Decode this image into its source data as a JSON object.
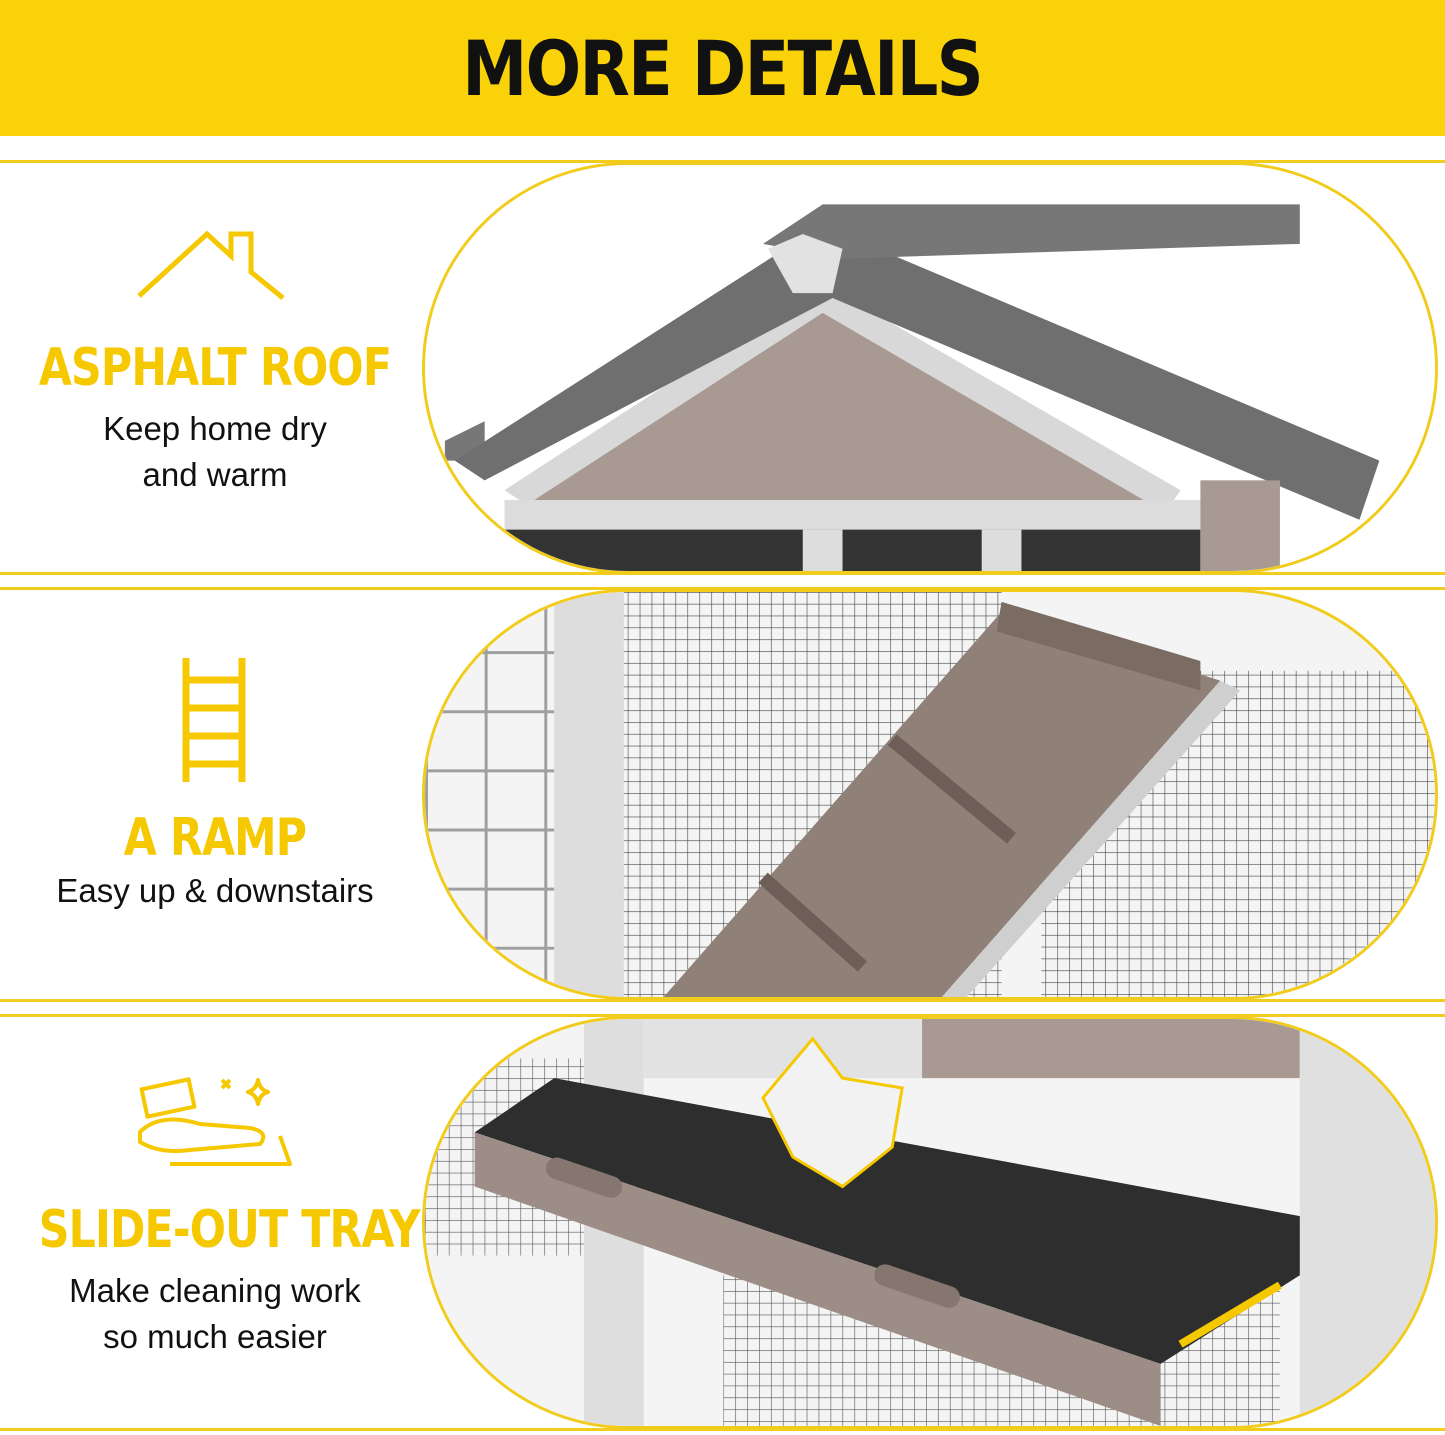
{
  "header": {
    "title": "MORE DETAILS"
  },
  "colors": {
    "accent": "#fad20a",
    "text": "#111111",
    "roof": "#6e6e6e",
    "wood": "#9a8b80"
  },
  "features": [
    {
      "icon": "roof-icon",
      "title": "ASPHALT ROOF",
      "desc_lines": [
        "Keep home dry",
        "and warm"
      ]
    },
    {
      "icon": "ladder-icon",
      "title": "A RAMP",
      "desc_lines": [
        "Easy up & downstairs"
      ]
    },
    {
      "icon": "cleaning-icon",
      "title": "SLIDE-OUT TRAY",
      "desc_lines": [
        "Make cleaning work",
        "so much easier"
      ]
    }
  ]
}
